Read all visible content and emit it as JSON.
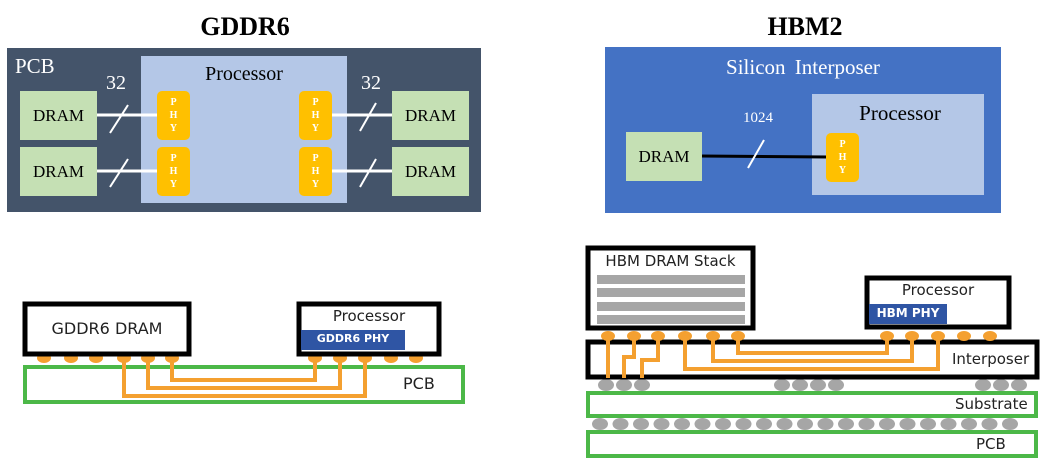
{
  "gddr6": {
    "title": "GDDR6",
    "top_view": {
      "board_label": "PCB",
      "processor_label": "Processor",
      "bus_width_left": "32",
      "bus_width_right": "32",
      "dram_label": "DRAM",
      "phy_letters": [
        "P",
        "H",
        "Y"
      ],
      "dram_count": 4
    },
    "side_view": {
      "dram_label": "GDDR6 DRAM",
      "processor_label": "Processor",
      "phy_label": "GDDR6 PHY",
      "board_label": "PCB"
    }
  },
  "hbm2": {
    "title": "HBM2",
    "top_view": {
      "board_label": "Silicon Interposer",
      "processor_label": "Processor",
      "bus_width": "1024",
      "dram_label": "DRAM",
      "phy_letters": [
        "P",
        "H",
        "Y"
      ]
    },
    "side_view": {
      "stack_label": "HBM DRAM Stack",
      "processor_label": "Processor",
      "phy_label": "HBM PHY",
      "interposer_label": "Interposer",
      "substrate_label": "Substrate",
      "board_label": "PCB"
    }
  },
  "colors": {
    "pcb_panel": "#44546a",
    "interposer_panel": "#4472c4",
    "processor": "#b4c7e7",
    "dram": "#c5e0b4",
    "phy": "#ffc000",
    "trace": "#f4a030",
    "ball": "#a6a6a6",
    "board_outline": "#4cb848",
    "phy_bar": "#2f55a4"
  }
}
